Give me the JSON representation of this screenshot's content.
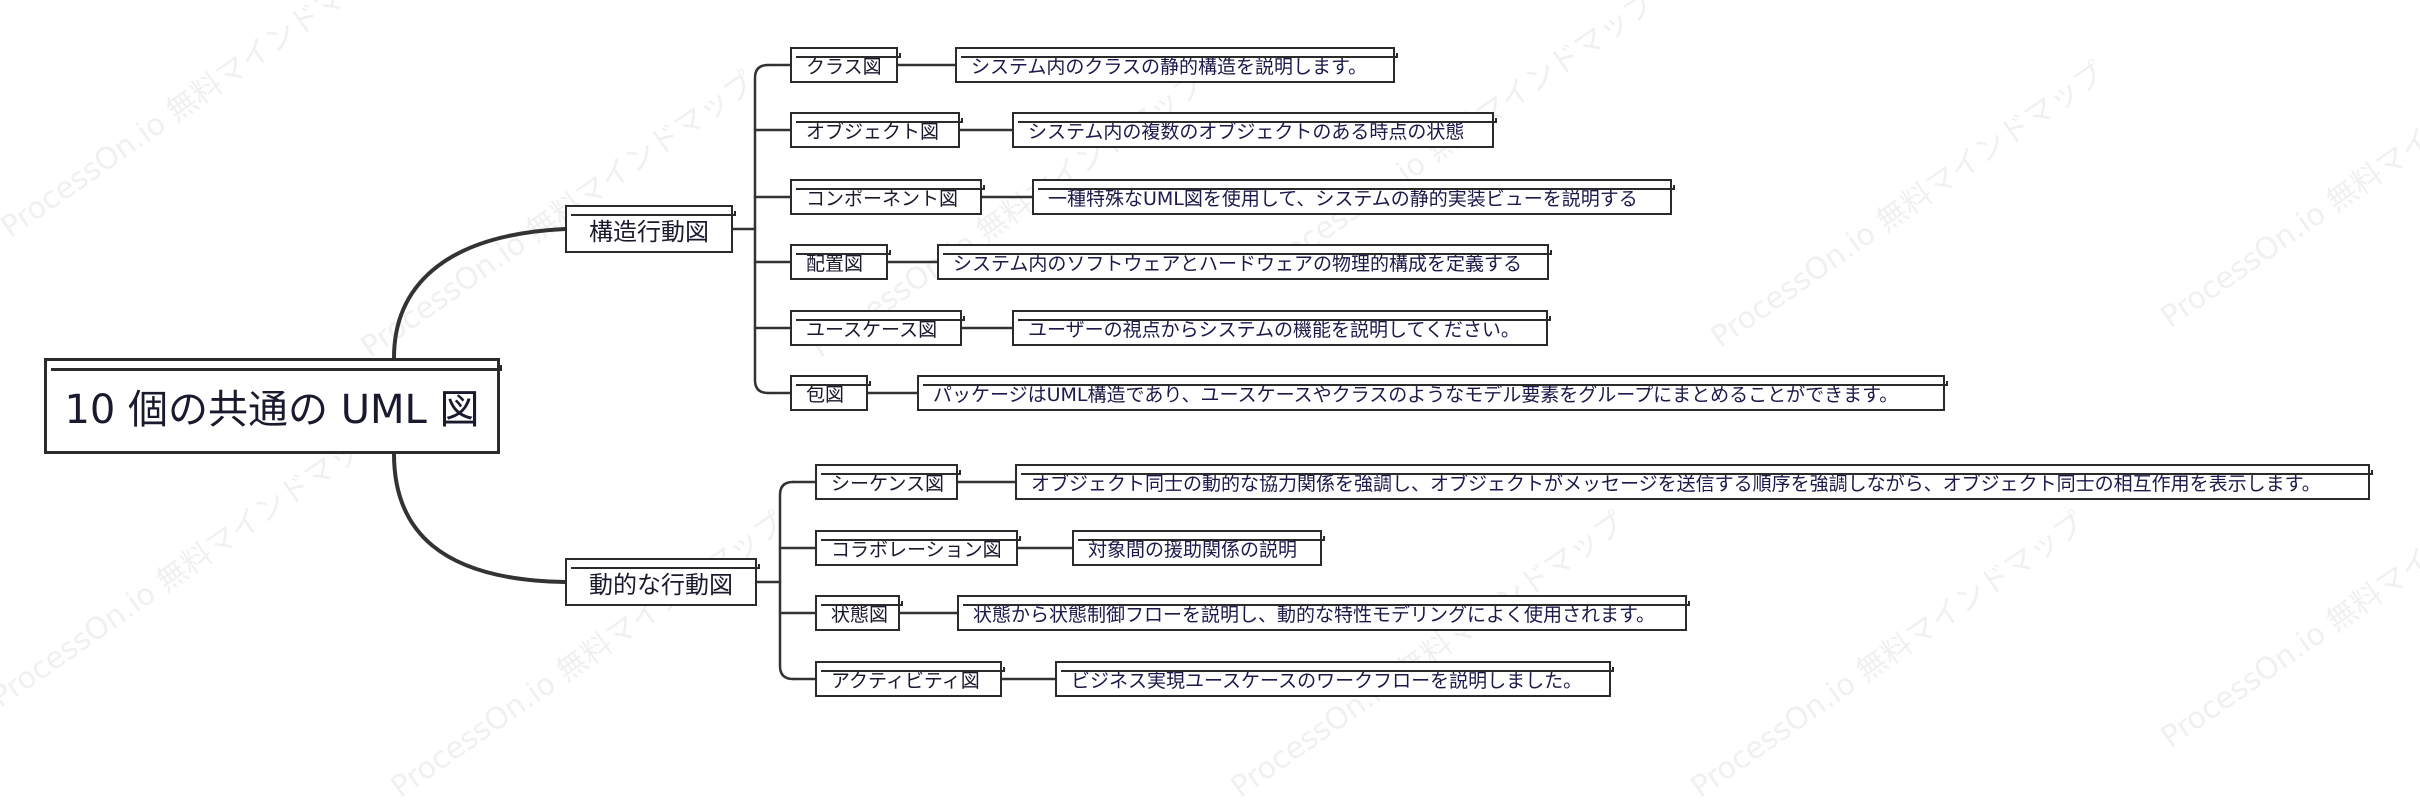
{
  "root": {
    "label": "10 個の共通の UML 図"
  },
  "watermark": "ProcessOn.io 無料マインドマップ",
  "branches": [
    {
      "label": "構造行動図",
      "items": [
        {
          "label": "クラス図",
          "desc": "システム内のクラスの静的構造を説明します。"
        },
        {
          "label": "オブジェクト図",
          "desc": "システム内の複数のオブジェクトのある時点の状態"
        },
        {
          "label": "コンポーネント図",
          "desc": "一種特殊なUML図を使用して、システムの静的実装ビューを説明する"
        },
        {
          "label": "配置図",
          "desc": "システム内のソフトウェアとハードウェアの物理的構成を定義する"
        },
        {
          "label": "ユースケース図",
          "desc": "ユーザーの視点からシステムの機能を説明してください。"
        },
        {
          "label": "包図",
          "desc": "パッケージはUML構造であり、ユースケースやクラスのようなモデル要素をグループにまとめることができます。"
        }
      ]
    },
    {
      "label": "動的な行動図",
      "items": [
        {
          "label": "シーケンス図",
          "desc": "オブジェクト同士の動的な協力関係を強調し、オブジェクトがメッセージを送信する順序を強調しながら、オブジェクト同士の相互作用を表示します。"
        },
        {
          "label": "コラボレーション図",
          "desc": "対象間の援助関係の説明"
        },
        {
          "label": "状態図",
          "desc": "状態から状態制御フローを説明し、動的な特性モデリングによく使用されます。"
        },
        {
          "label": "アクティビティ図",
          "desc": "ビジネス実現ユースケースのワークフローを説明しました。"
        }
      ]
    }
  ]
}
